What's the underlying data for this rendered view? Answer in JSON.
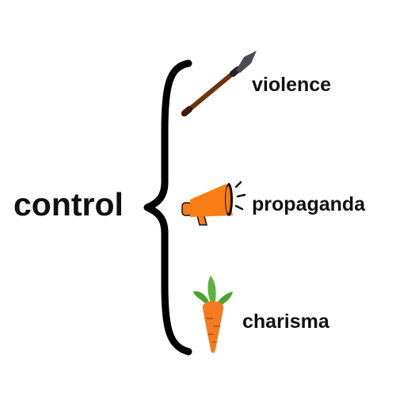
{
  "concept": "control",
  "methods": [
    {
      "label": "violence",
      "icon": "spear-icon"
    },
    {
      "label": "propaganda",
      "icon": "megaphone-icon"
    },
    {
      "label": "charisma",
      "icon": "carrot-icon"
    }
  ],
  "colors": {
    "text": "#111111",
    "brace": "#000000",
    "spear_shaft": "#6b3410",
    "spear_head": "#4a4b55",
    "megaphone": "#f97c15",
    "carrot": "#f47b20",
    "carrot_leaves": "#4ea232"
  }
}
